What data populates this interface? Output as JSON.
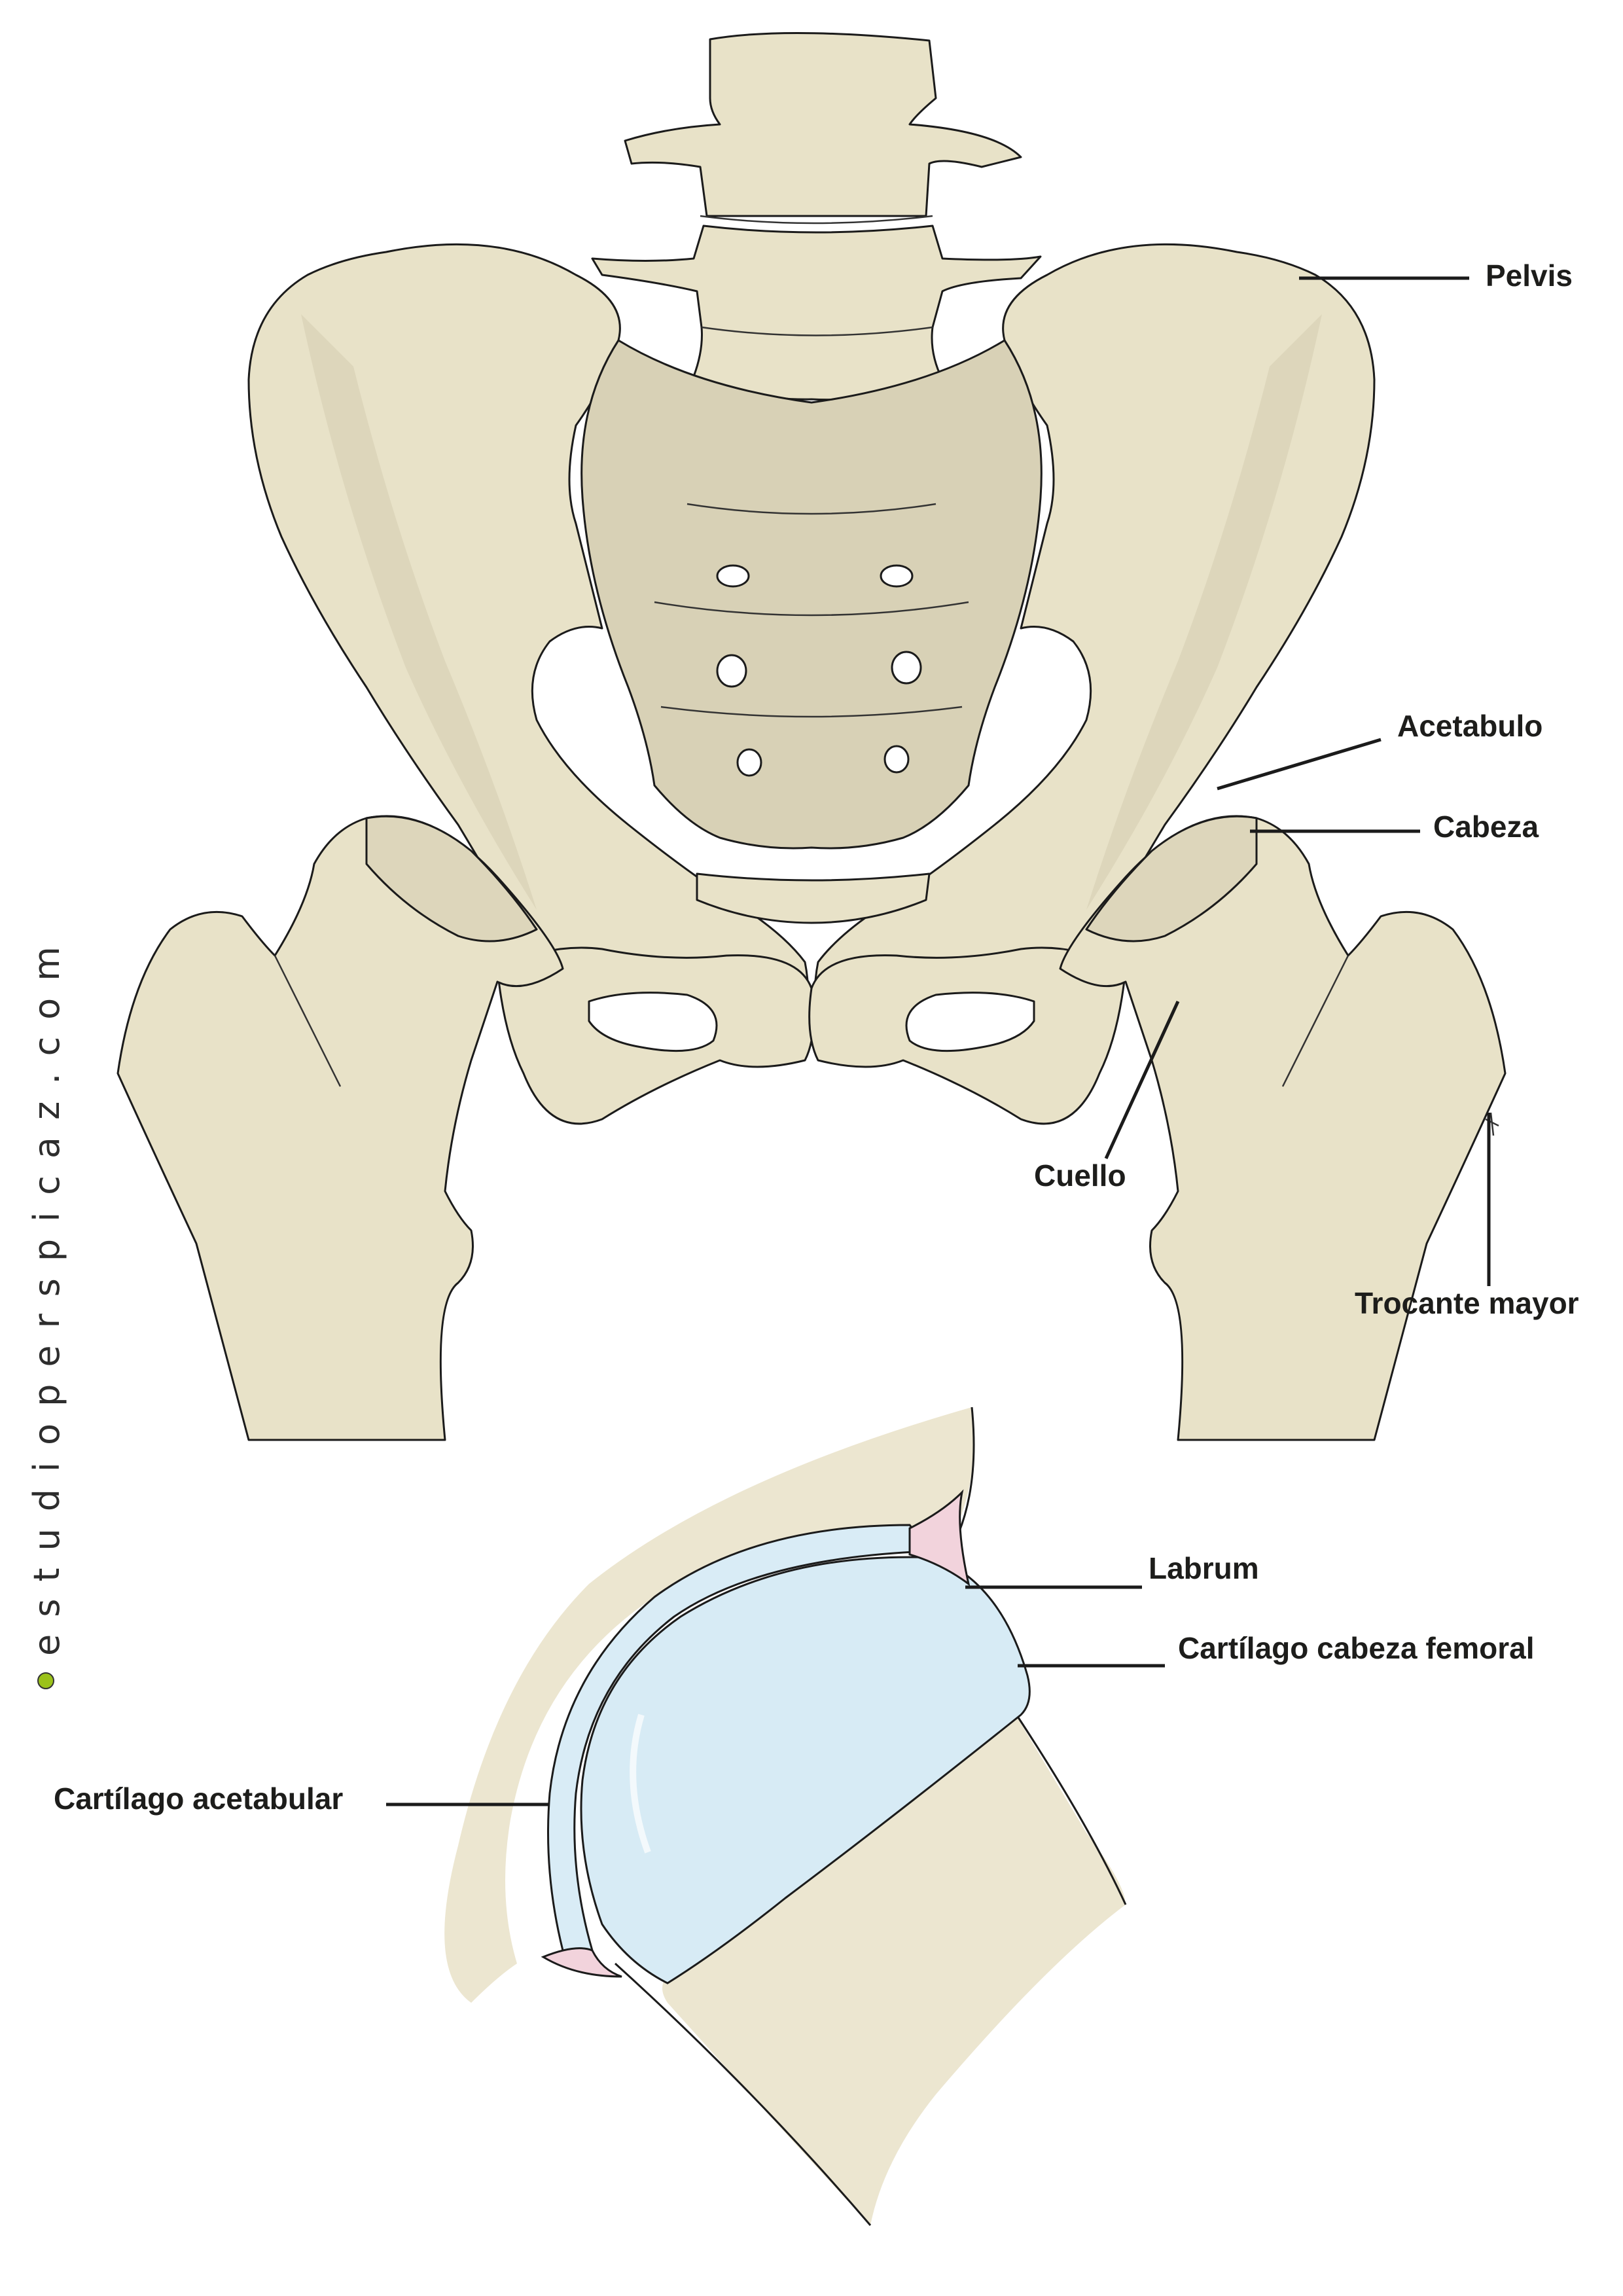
{
  "labels": {
    "pelvis": "Pelvis",
    "acetabulo": "Acetabulo",
    "cabeza": "Cabeza",
    "cuello": "Cuello",
    "trocante": "Trocante mayor",
    "labrum": "Labrum",
    "cartilago_femoral": "Cartílago cabeza femoral",
    "cartilago_acetabular": "Cartílago acetabular"
  },
  "watermark": "estudioperspicaz.com",
  "colors": {
    "bone": "#e8e2c8",
    "bone_shadow": "#cfc8ad",
    "cartilage": "#d9ecf6",
    "labrum": "#f2d3dc",
    "watermark_dot": "#9bc21a"
  }
}
